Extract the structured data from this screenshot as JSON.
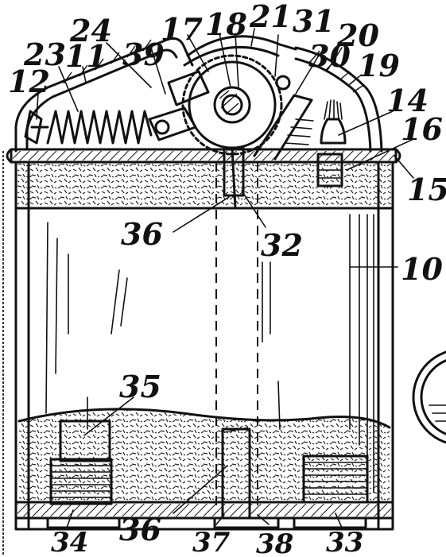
{
  "diagram": {
    "labels": {
      "n10": "10",
      "n11": "11",
      "n12": "12",
      "n14": "14",
      "n15": "15",
      "n16": "16",
      "n17": "17",
      "n18": "18",
      "n19": "19",
      "n20": "20",
      "n21": "21",
      "n23": "23",
      "n24": "24",
      "n30": "30",
      "n31": "31",
      "n32": "32",
      "n33": "33",
      "n34": "34",
      "n35": "35",
      "n36_top": "36",
      "n36_bottom": "36",
      "n37": "37",
      "n38": "38",
      "n39": "39"
    }
  }
}
